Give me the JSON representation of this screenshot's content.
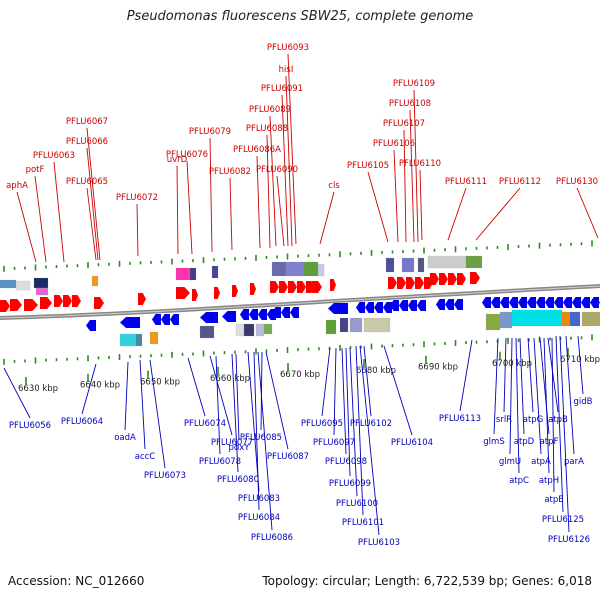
{
  "title": "Pseudomonas fluorescens SBW25, complete genome",
  "footer": {
    "accession": "Accession: NC_012660",
    "topology": "Topology: circular; Length: 6,722,539 bp; Genes: 6,018"
  },
  "colors": {
    "forward_label": "#cc0000",
    "reverse_label": "#0000bb",
    "forward_arrow": "#ff0000",
    "reverse_arrow": "#0000ee",
    "tick": "#2e8b22",
    "backbone": "#888888"
  },
  "kbp_labels": [
    "6630 kbp",
    "6640 kbp",
    "6650 kbp",
    "6660 kbp",
    "6670 kbp",
    "6680 kbp",
    "6690 kbp",
    "6700 kbp",
    "6710 kbp"
  ],
  "top_labels": [
    "aphA",
    "potF",
    "PFLU6063",
    "PFLU6067",
    "PFLU6066",
    "PFLU6065",
    "PFLU6072",
    "uvrD",
    "PFLU6076",
    "PFLU6079",
    "PFLU6082",
    "PFLU6086A",
    "PFLU6088",
    "PFLU6089",
    "PFLU6091",
    "hisI",
    "PFLU6093",
    "PFLU6090",
    "cls",
    "PFLU6105",
    "PFLU6106",
    "PFLU6107",
    "PFLU6108",
    "PFLU6109",
    "PFLU6110",
    "PFLU6111",
    "PFLU6112",
    "PFLU6130"
  ],
  "bottom_labels": [
    "PFLU6056",
    "PFLU6064",
    "oadA",
    "accC",
    "PFLU6073",
    "PFLU6074",
    "PFLU6077",
    "PFLU6078",
    "pdxY",
    "PFLU6080",
    "PFLU6083",
    "PFLU6084",
    "PFLU6085",
    "PFLU6086",
    "PFLU6087",
    "PFLU6095",
    "PFLU6097",
    "PFLU6098",
    "PFLU6099",
    "PFLU6100",
    "PFLU6101",
    "PFLU6102",
    "PFLU6103",
    "PFLU6104",
    "PFLU6113",
    "glmS",
    "srlR",
    "glmU",
    "atpC",
    "atpD",
    "atpG",
    "atpA",
    "atpF",
    "atpH",
    "atpB",
    "atpE",
    "PFLU6125",
    "parA",
    "gidB",
    "PFLU6126"
  ]
}
